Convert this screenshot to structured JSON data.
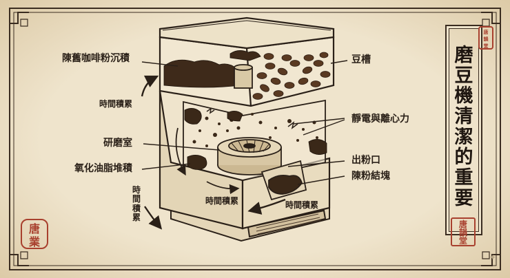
{
  "title_chars": [
    "磨",
    "豆",
    "機",
    "清",
    "潔",
    "的",
    "重",
    "要"
  ],
  "labels": {
    "residue": "陳舊咖啡粉沉積",
    "time_left_upper": "時間積累",
    "grinding_chamber": "研磨室",
    "oxidized_oil": "氧化油脂堆積",
    "time_left_lower_chars": [
      "時",
      "間",
      "積",
      "累"
    ],
    "time_center": "時間積累",
    "time_right": "時間積累",
    "bean_hopper": "豆槽",
    "static_force": "靜電與離心力",
    "outlet": "出粉口",
    "clumped_powder": "陳粉結塊"
  },
  "seals": {
    "top_right_chars": [
      "唐",
      "韻",
      "堂"
    ],
    "bottom_left_chars": [
      "唐",
      "業"
    ],
    "bottom_right_chars": [
      "唐",
      "韻",
      "堂"
    ]
  },
  "colors": {
    "paper": "#efe4cc",
    "ink": "#2a2018",
    "seal_red": "#a8402e",
    "bean_brown": "#5a3a22"
  }
}
